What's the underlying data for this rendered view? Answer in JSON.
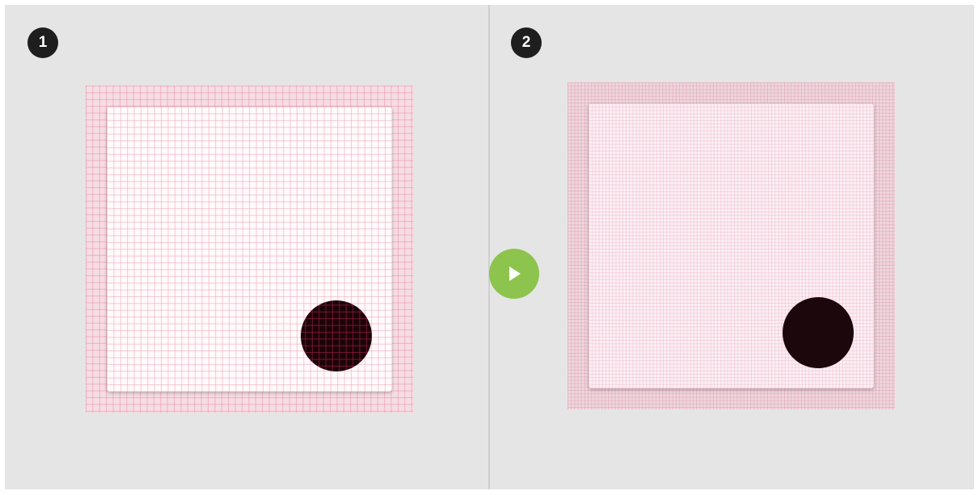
{
  "steps": [
    {
      "number": "1",
      "grid": "coarse"
    },
    {
      "number": "2",
      "grid": "fine"
    }
  ],
  "colors": {
    "background": "#e6e5e6",
    "grid_line": "#e68ca5",
    "card": "#fffafc",
    "dot": "#1b0408",
    "badge": "#1e1e1e",
    "play_button": "#8dc44d"
  },
  "controls": {
    "play_icon": "play-icon"
  }
}
